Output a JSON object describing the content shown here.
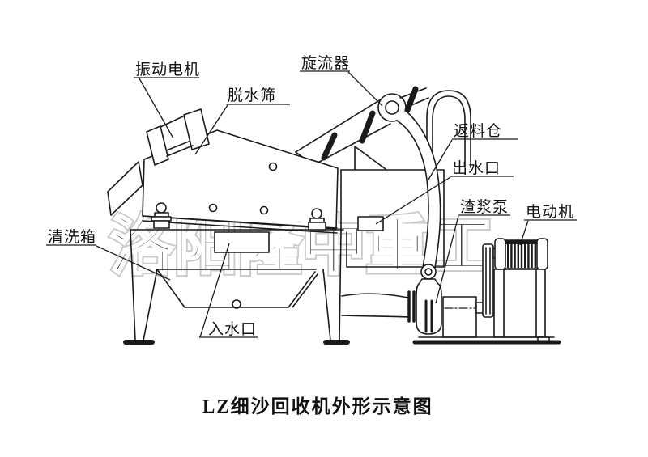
{
  "diagram": {
    "caption": "LZ细沙回收机外形示意图",
    "watermark": "洛阳隆中重工",
    "labels": {
      "vibration_motor": "振动电机",
      "dewatering_screen": "脱水筛",
      "cyclone": "旋流器",
      "return_bin": "返料仓",
      "water_outlet": "出水口",
      "slurry_pump": "渣浆泵",
      "electric_motor": "电动机",
      "washing_tank": "清洗箱",
      "water_inlet": "入水口"
    },
    "colors": {
      "line": "#1a1a1a",
      "watermark": "#c9c9c9",
      "background": "#ffffff"
    }
  }
}
